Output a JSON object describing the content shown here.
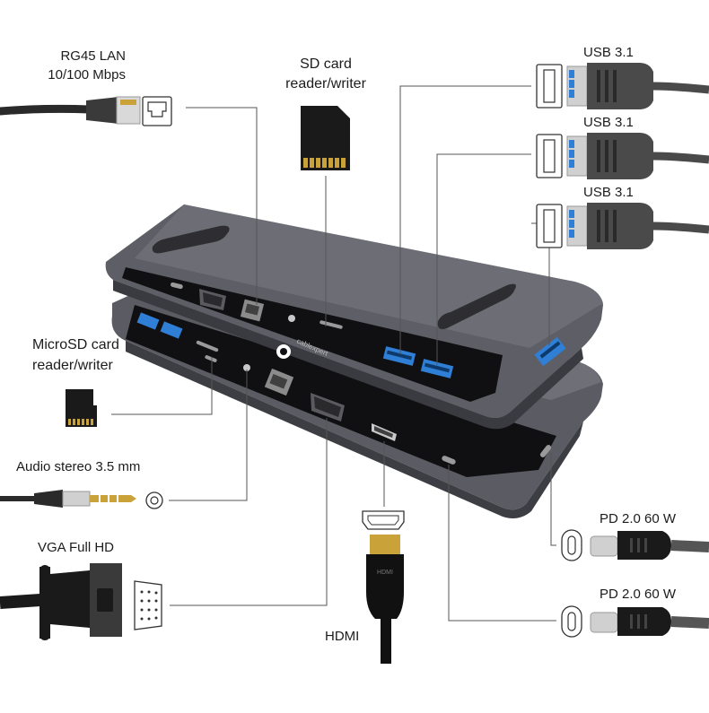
{
  "labels": {
    "rg45_line1": "RG45 LAN",
    "rg45_line2": "10/100 Mbps",
    "sd_line1": "SD card",
    "sd_line2": "reader/writer",
    "usb_a": "USB 3.1",
    "usb_b": "USB 3.1",
    "usb_c": "USB 3.1",
    "microsd_line1": "MicroSD card",
    "microsd_line2": "reader/writer",
    "audio": "Audio stereo 3.5 mm",
    "vga": "VGA Full HD",
    "hdmi": "HDMI",
    "pd_a": "PD 2.0 60 W",
    "pd_b": "PD 2.0 60 W"
  },
  "device": {
    "brand_text": "cablexpert",
    "hdmi_plug_text": "HDMI"
  },
  "colors": {
    "device_body": "#5b5c63",
    "device_top": "#6b6c73",
    "port_panel": "#101012",
    "usb_blue": "#2f7fd6",
    "cable": "#2a2a2a",
    "leader_line": "#555555",
    "gold": "#c9a23a"
  }
}
